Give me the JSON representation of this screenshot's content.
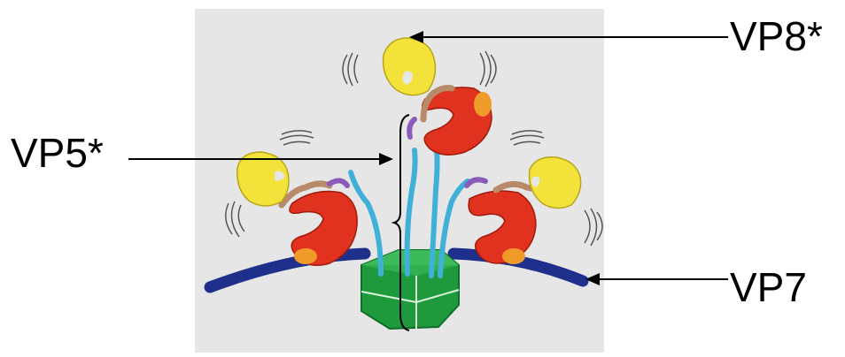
{
  "labels": {
    "vp8": "VP8*",
    "vp5": "VP5*",
    "vp7": "VP7"
  },
  "colors": {
    "panel_background": "#e6e6e6",
    "vp8_head": "#f2e23a",
    "vp5_body": "#e0321e",
    "vp5_tip": "#f09a2a",
    "linker": "#b88a6a",
    "hinge": "#8a5bb8",
    "stalk": "#3fb0d8",
    "vp7_layer": "#1f2f8c",
    "vp6_core": "#1e9a3c",
    "arrow": "#000000"
  },
  "icons": {
    "motion_marks": "motion-lines-icon"
  }
}
